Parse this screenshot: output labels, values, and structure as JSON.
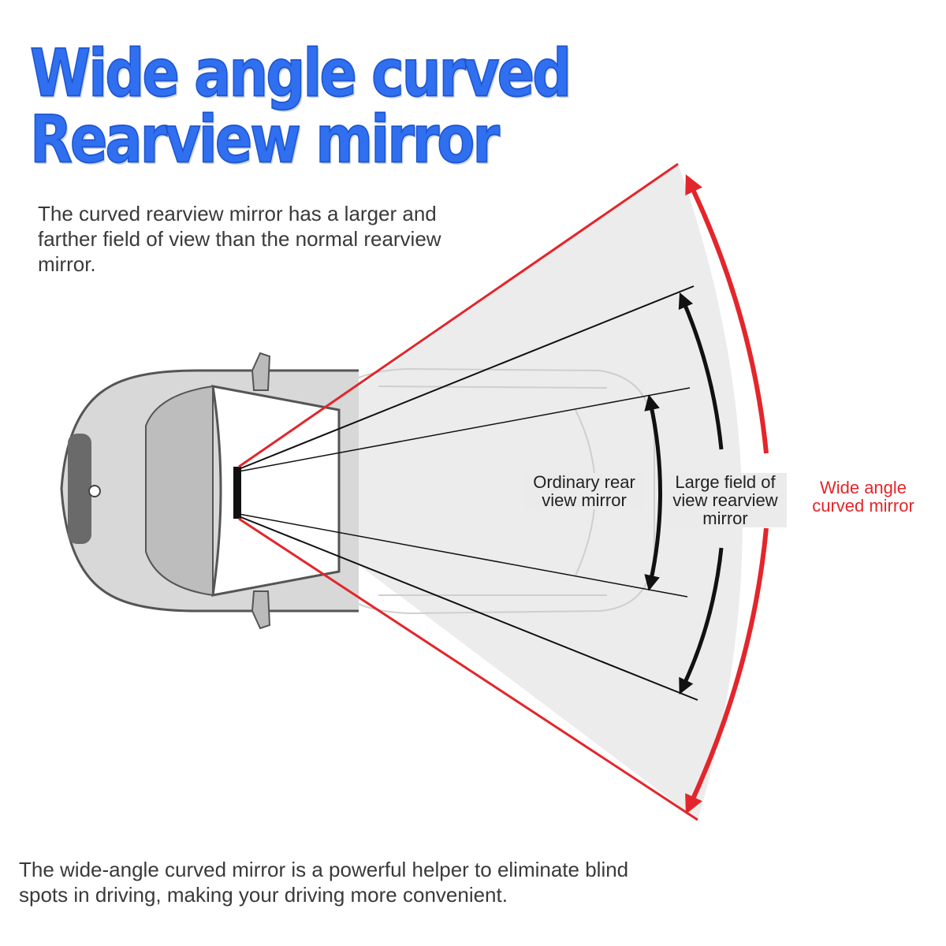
{
  "title": {
    "line1": "Wide angle curved",
    "line2": "Rearview mirror"
  },
  "intro_text": "The curved rearview mirror has a larger and farther field of view than the normal rearview mirror.",
  "labels": {
    "ordinary": "Ordinary rear view mirror",
    "large": "Large field of view rearview mirror",
    "wide": "Wide angle curved mirror"
  },
  "outro_text": "The wide-angle curved mirror is a powerful helper to eliminate blind spots in driving, making your driving more convenient.",
  "colors": {
    "title": "#2f6ff0",
    "wide_angle": "#e3262b",
    "fov_fill": "#e6e6e6",
    "text": "#3a3a3a"
  }
}
